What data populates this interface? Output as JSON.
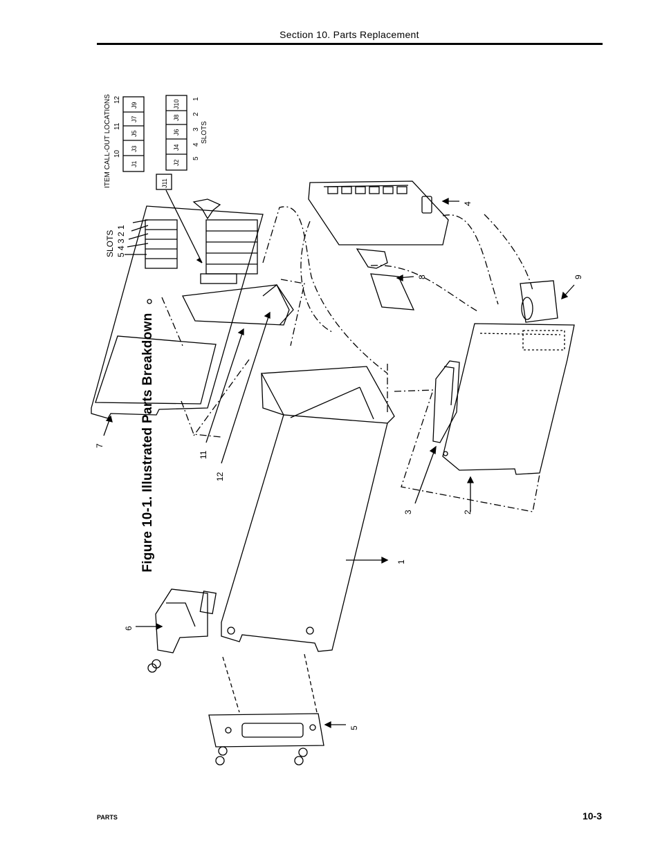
{
  "header": {
    "section_title": "Section 10.  Parts Replacement"
  },
  "figure": {
    "caption": "Figure 10-1.  Illustrated Parts Breakdown",
    "legend": {
      "title": "ITEM CALL-OUT LOCATIONS",
      "top_numbers": [
        "10",
        "11",
        "12"
      ],
      "top_row_labels": [
        "J1",
        "J3",
        "J5",
        "J7",
        "J9"
      ],
      "bottom_row_labels": [
        "J2",
        "J4",
        "J6",
        "J8",
        "J10"
      ],
      "extra_label": "J11",
      "slot_numbers": [
        "5",
        "4",
        "3",
        "2",
        "1"
      ],
      "slots_label": "SLOTS"
    },
    "board_slots_label": "SLOTS",
    "board_slot_numbers": "5 4 3 2 1",
    "callouts": [
      "1",
      "2",
      "3",
      "4",
      "5",
      "6",
      "7",
      "8",
      "9",
      "11",
      "12"
    ]
  },
  "footer": {
    "left": "PARTS",
    "page_number": "10-3"
  }
}
